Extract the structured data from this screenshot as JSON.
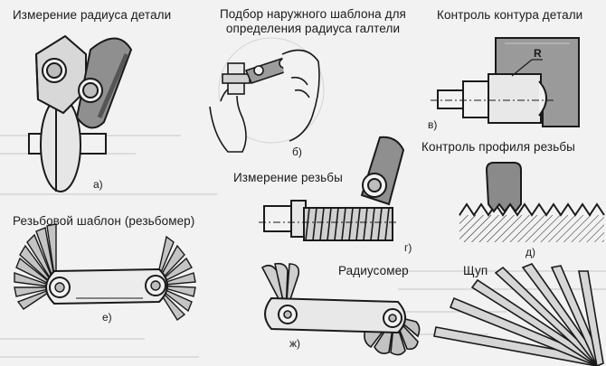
{
  "labels": {
    "radius_measure": "Измерение радиуса детали",
    "fillet_template_line1": "Подбор наружного шаблона для",
    "fillet_template_line2": "определения радиуса галтели",
    "contour_control": "Контроль контура детали",
    "thread_profile_control": "Контроль профиля  резьбы",
    "thread_measure": "Измерение резьбы",
    "thread_gauge": "Резьбовой  шаблон (резьбомер)",
    "radius_gauge": "Радиусомер",
    "feeler_gauge": "Щуп",
    "radius_mark": "R"
  },
  "tags": {
    "a": "а)",
    "b": "б)",
    "v": "в)",
    "g": "г)",
    "d": "д)",
    "e": "е)",
    "zh": "ж)"
  },
  "colors": {
    "ink": "#1a1a1a",
    "metal_dark": "#7a7a7a",
    "metal_mid": "#a9a9a9",
    "metal_light": "#d3d3d3",
    "paper": "#f2f2f2"
  }
}
